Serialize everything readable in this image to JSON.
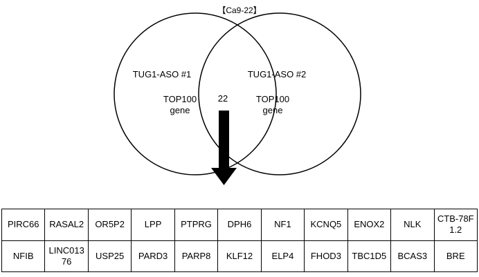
{
  "title": "【Ca9-22】",
  "venn": {
    "left_set": {
      "label": "TUG1-ASO #1",
      "sub_line1": "TOP100",
      "sub_line2": "gene"
    },
    "right_set": {
      "label": "TUG1-ASO #2",
      "sub_line1": "TOP100",
      "sub_line2": "gene"
    },
    "overlap_count": "22"
  },
  "genes": {
    "row1": [
      "PIRC66",
      "RASAL2",
      "OR5P2",
      "LPP",
      "PTPRG",
      "DPH6",
      "NF1",
      "KCNQ5",
      "ENOX2",
      "NLK",
      "CTB-78F1.2"
    ],
    "row2": [
      "NFIB",
      "LINC01376",
      "USP25",
      "PARD3",
      "PARP8",
      "KLF12",
      "ELP4",
      "FHOD3",
      "TBC1D5",
      "BCAS3",
      "BRE"
    ]
  }
}
